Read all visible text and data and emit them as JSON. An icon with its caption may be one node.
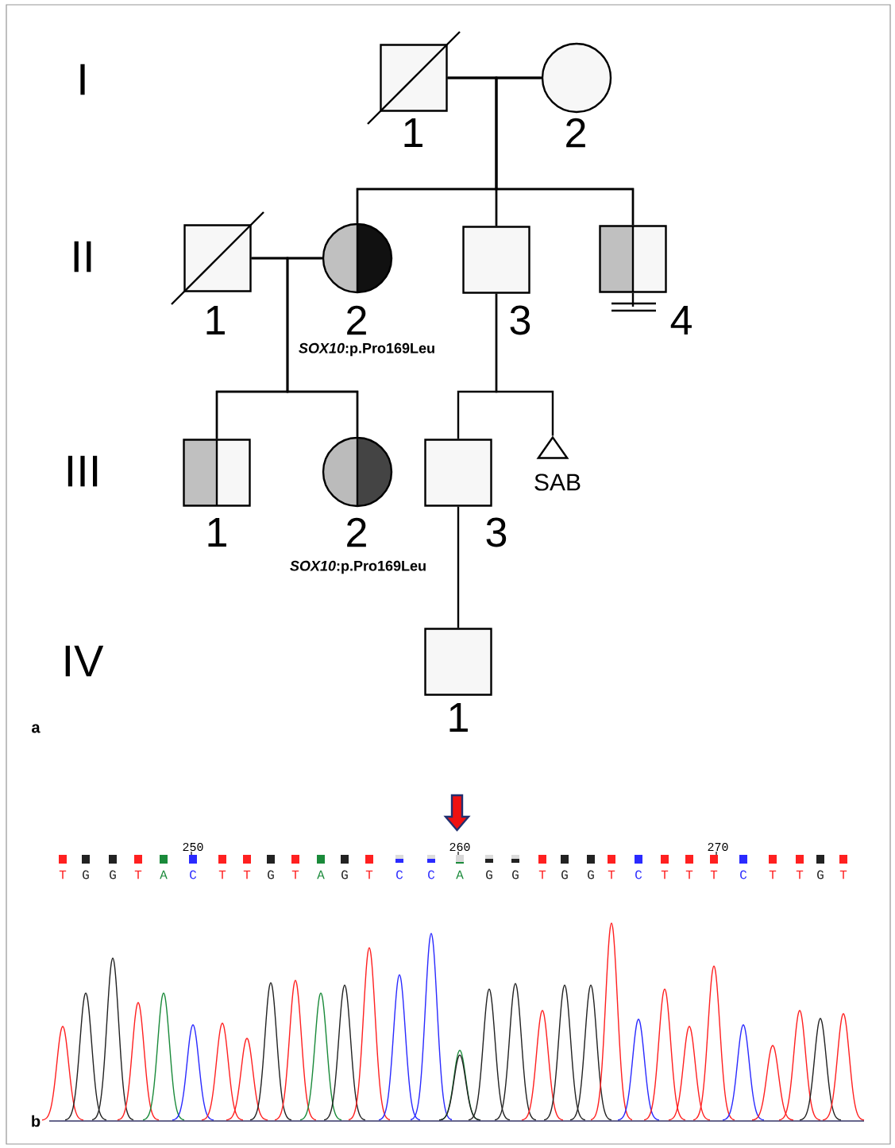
{
  "diagram": {
    "nodes": [
      {
        "text": [],
        "shape": "box",
        "beside": [
          "1"
        ]
      },
      {
        "text": [],
        "shape": "circle",
        "beside": [
          "2"
        ]
      },
      {
        "text": [],
        "shape": "box",
        "beside": [
          "1"
        ]
      },
      {
        "text": [],
        "shape": "circle",
        "beside": [
          "2",
          "*SOX10*:p.Pro169Leu"
        ]
      },
      {
        "text": [],
        "shape": "box",
        "beside": [
          "3"
        ]
      },
      {
        "text": [],
        "shape": "box",
        "beside": [
          "4"
        ]
      },
      {
        "text": [],
        "shape": "box",
        "beside": [
          "1"
        ]
      },
      {
        "text": [],
        "shape": "circle",
        "beside": [
          "2",
          "*SOX10*:p.Pro169Leu"
        ]
      },
      {
        "text": [],
        "shape": "box",
        "beside": [
          "3"
        ]
      },
      {
        "text": [],
        "shape": "triangle",
        "beside": [
          "SAB"
        ]
      },
      {
        "text": [],
        "shape": "box",
        "beside": [
          "1"
        ]
      }
    ],
    "edges": [
      {
        "from": 0,
        "to": 1,
        "arrow": "none"
      },
      {
        "from": 0,
        "to": 3,
        "arrow": "none"
      },
      {
        "from": 1,
        "to": 3,
        "arrow": "none"
      },
      {
        "from": 0,
        "to": 4,
        "arrow": "none"
      },
      {
        "from": 1,
        "to": 4,
        "arrow": "none"
      },
      {
        "from": 0,
        "to": 5,
        "arrow": "none"
      },
      {
        "from": 1,
        "to": 5,
        "arrow": "none"
      },
      {
        "from": 2,
        "to": 3,
        "arrow": "none"
      },
      {
        "from": 2,
        "to": 6,
        "arrow": "none"
      },
      {
        "from": 3,
        "to": 6,
        "arrow": "none"
      },
      {
        "from": 2,
        "to": 7,
        "arrow": "none"
      },
      {
        "from": 3,
        "to": 7,
        "arrow": "none"
      },
      {
        "from": 4,
        "to": 8,
        "arrow": "none"
      },
      {
        "from": 4,
        "to": 9,
        "arrow": "none"
      },
      {
        "from": 8,
        "to": 10,
        "arrow": "none"
      }
    ],
    "labels": [
      "I",
      "II",
      "III",
      "IV",
      "a",
      "250",
      "260",
      "270",
      "T",
      "G",
      "G",
      "T",
      "A",
      "C",
      "T",
      "T",
      "G",
      "T",
      "A",
      "G",
      "T",
      "C",
      "C",
      "A",
      "G",
      "G",
      "T",
      "G",
      "G",
      "T",
      "C",
      "T",
      "T",
      "T",
      "C",
      "T",
      "T",
      "G",
      "T",
      "b"
    ]
  }
}
